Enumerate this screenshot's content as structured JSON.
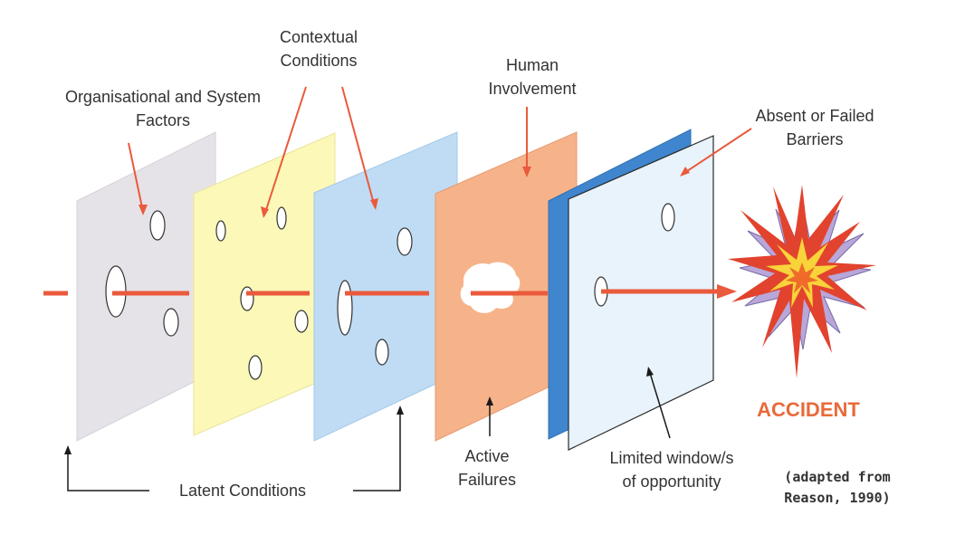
{
  "labels": {
    "organisational_line1": "Organisational and System",
    "organisational_line2": "Factors",
    "contextual_line1": "Contextual",
    "contextual_line2": "Conditions",
    "human_line1": "Human",
    "human_line2": "Involvement",
    "absent_line1": "Absent or Failed",
    "absent_line2": "Barriers",
    "accident": "ACCIDENT",
    "latent_conditions": "Latent Conditions",
    "active_line1": "Active",
    "active_line2": "Failures",
    "limited_line1": "Limited window/s",
    "limited_line2": "of opportunity",
    "citation_line1": "(adapted from",
    "citation_line2": "Reason, 1990)"
  },
  "colors": {
    "layer_organisational": "#e6e3e8",
    "layer_contextual": "#fbf8b8",
    "layer_situational": "#bfdcf4",
    "layer_human": "#f6b38a",
    "layer_barrier_back": "#3f86cf",
    "layer_barrier_front": "#e8f3fb",
    "arrow": "#ea5a3c",
    "accident": "#e86a3a",
    "text": "#333333"
  }
}
